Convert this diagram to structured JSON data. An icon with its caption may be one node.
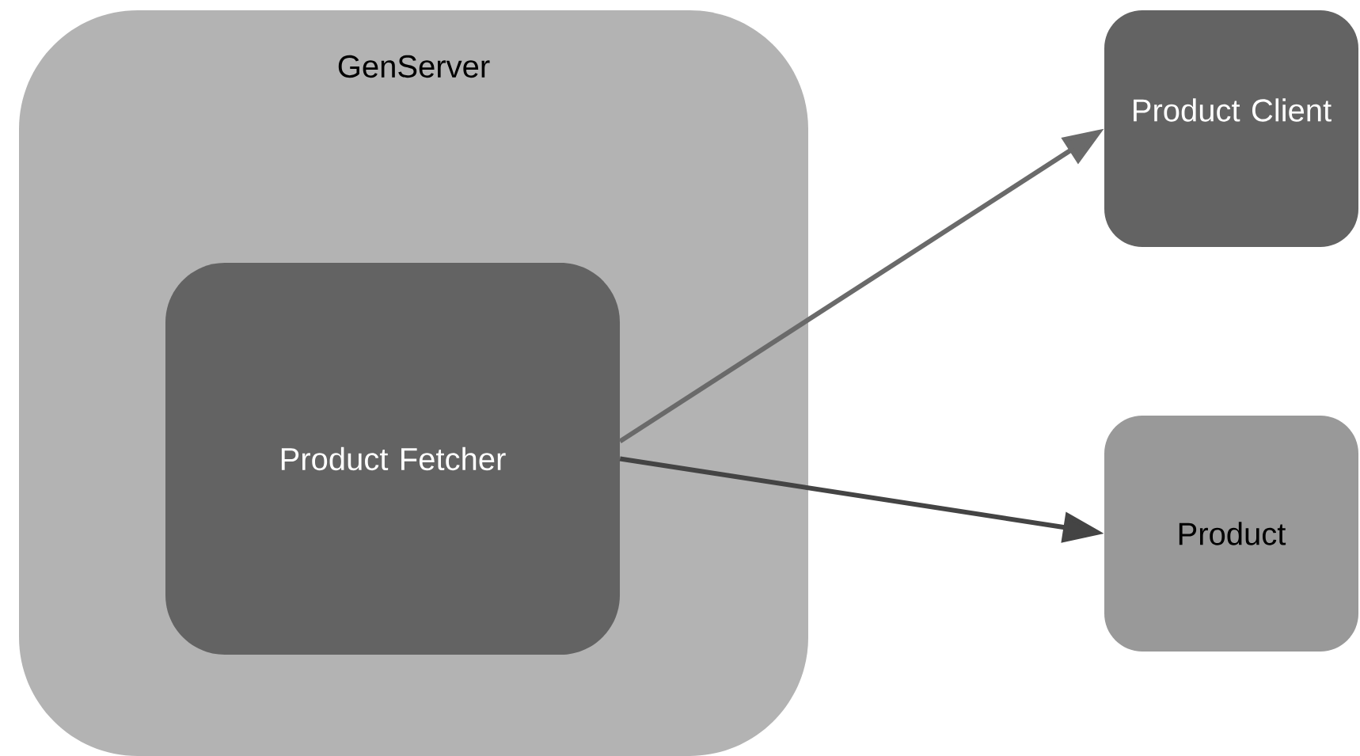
{
  "diagram": {
    "nodes": [
      {
        "text": [
          "GenServer"
        ]
      },
      {
        "text": [
          "Product Fetcher"
        ],
        "in": 0
      },
      {
        "text": [
          "Product Client"
        ]
      },
      {
        "text": [
          "Product"
        ]
      }
    ],
    "edges": [
      {
        "from": 1,
        "to": 2,
        "arrow": "to",
        "color": "#6a6a6a"
      },
      {
        "from": 1,
        "to": 3,
        "arrow": "to",
        "color": "#444444"
      }
    ]
  }
}
